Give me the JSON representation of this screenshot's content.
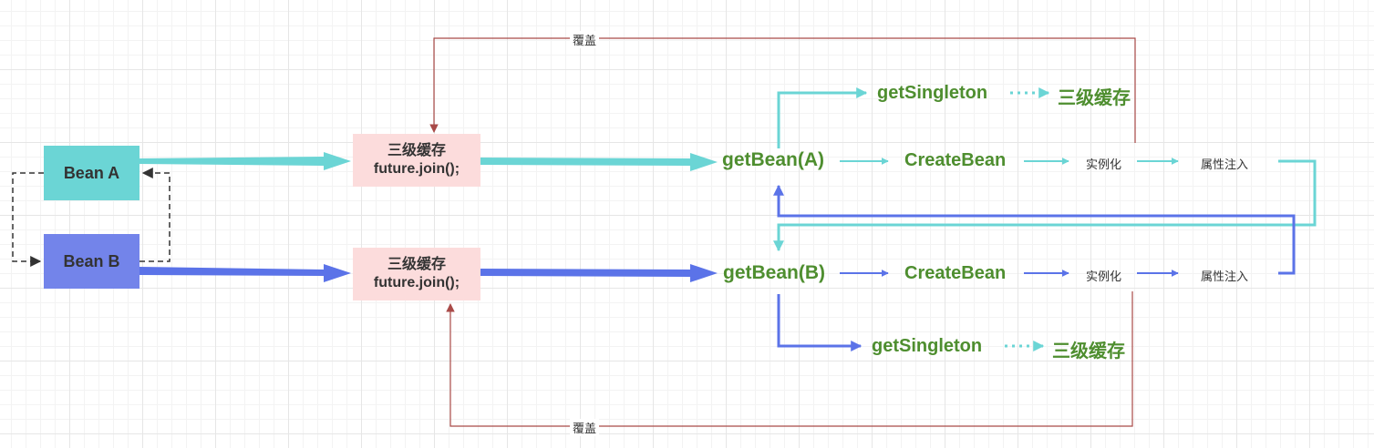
{
  "beans": {
    "a": "Bean A",
    "b": "Bean B"
  },
  "cache_box": {
    "line1": "三级缓存",
    "line2": "future.join();"
  },
  "flow_a": {
    "get_bean": "getBean(A)",
    "create_bean": "CreateBean",
    "instantiate": "实例化",
    "inject": "属性注入",
    "get_singleton": "getSingleton",
    "cache": "三级缓存"
  },
  "flow_b": {
    "get_bean": "getBean(B)",
    "create_bean": "CreateBean",
    "instantiate": "实例化",
    "inject": "属性注入",
    "get_singleton": "getSingleton",
    "cache": "三级缓存"
  },
  "cover_label": "覆盖",
  "colors": {
    "cyan": "#6bd5d5",
    "blue": "#5b73e8",
    "bean_b_fill": "#7384ea",
    "cache_fill": "#fcdcdc",
    "green_text": "#4e8e2f",
    "red_line": "#a94a48",
    "dashed": "#333333"
  }
}
